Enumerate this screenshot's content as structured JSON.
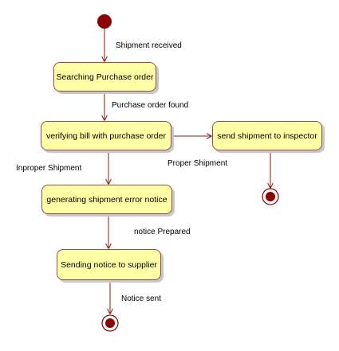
{
  "states": {
    "searching": "Searching Purchase order",
    "verifying": "verifying bill with purchase order",
    "inspector": "send shipment to inspector",
    "error_notice": "generating shipment error notice",
    "sending_notice": "Sending notice to supplier"
  },
  "transitions": {
    "shipment_received": "Shipment received",
    "po_found": "Purchase order found",
    "proper_shipment": "Proper Shipment",
    "improper_shipment": "Inproper Shipment",
    "notice_prepared": "notice Prepared",
    "notice_sent": "Notice sent"
  },
  "colors": {
    "state_fill": "#ffffa6",
    "state_border": "#a04848",
    "edge": "#8b1a1a",
    "node_dark": "#8b0000"
  }
}
